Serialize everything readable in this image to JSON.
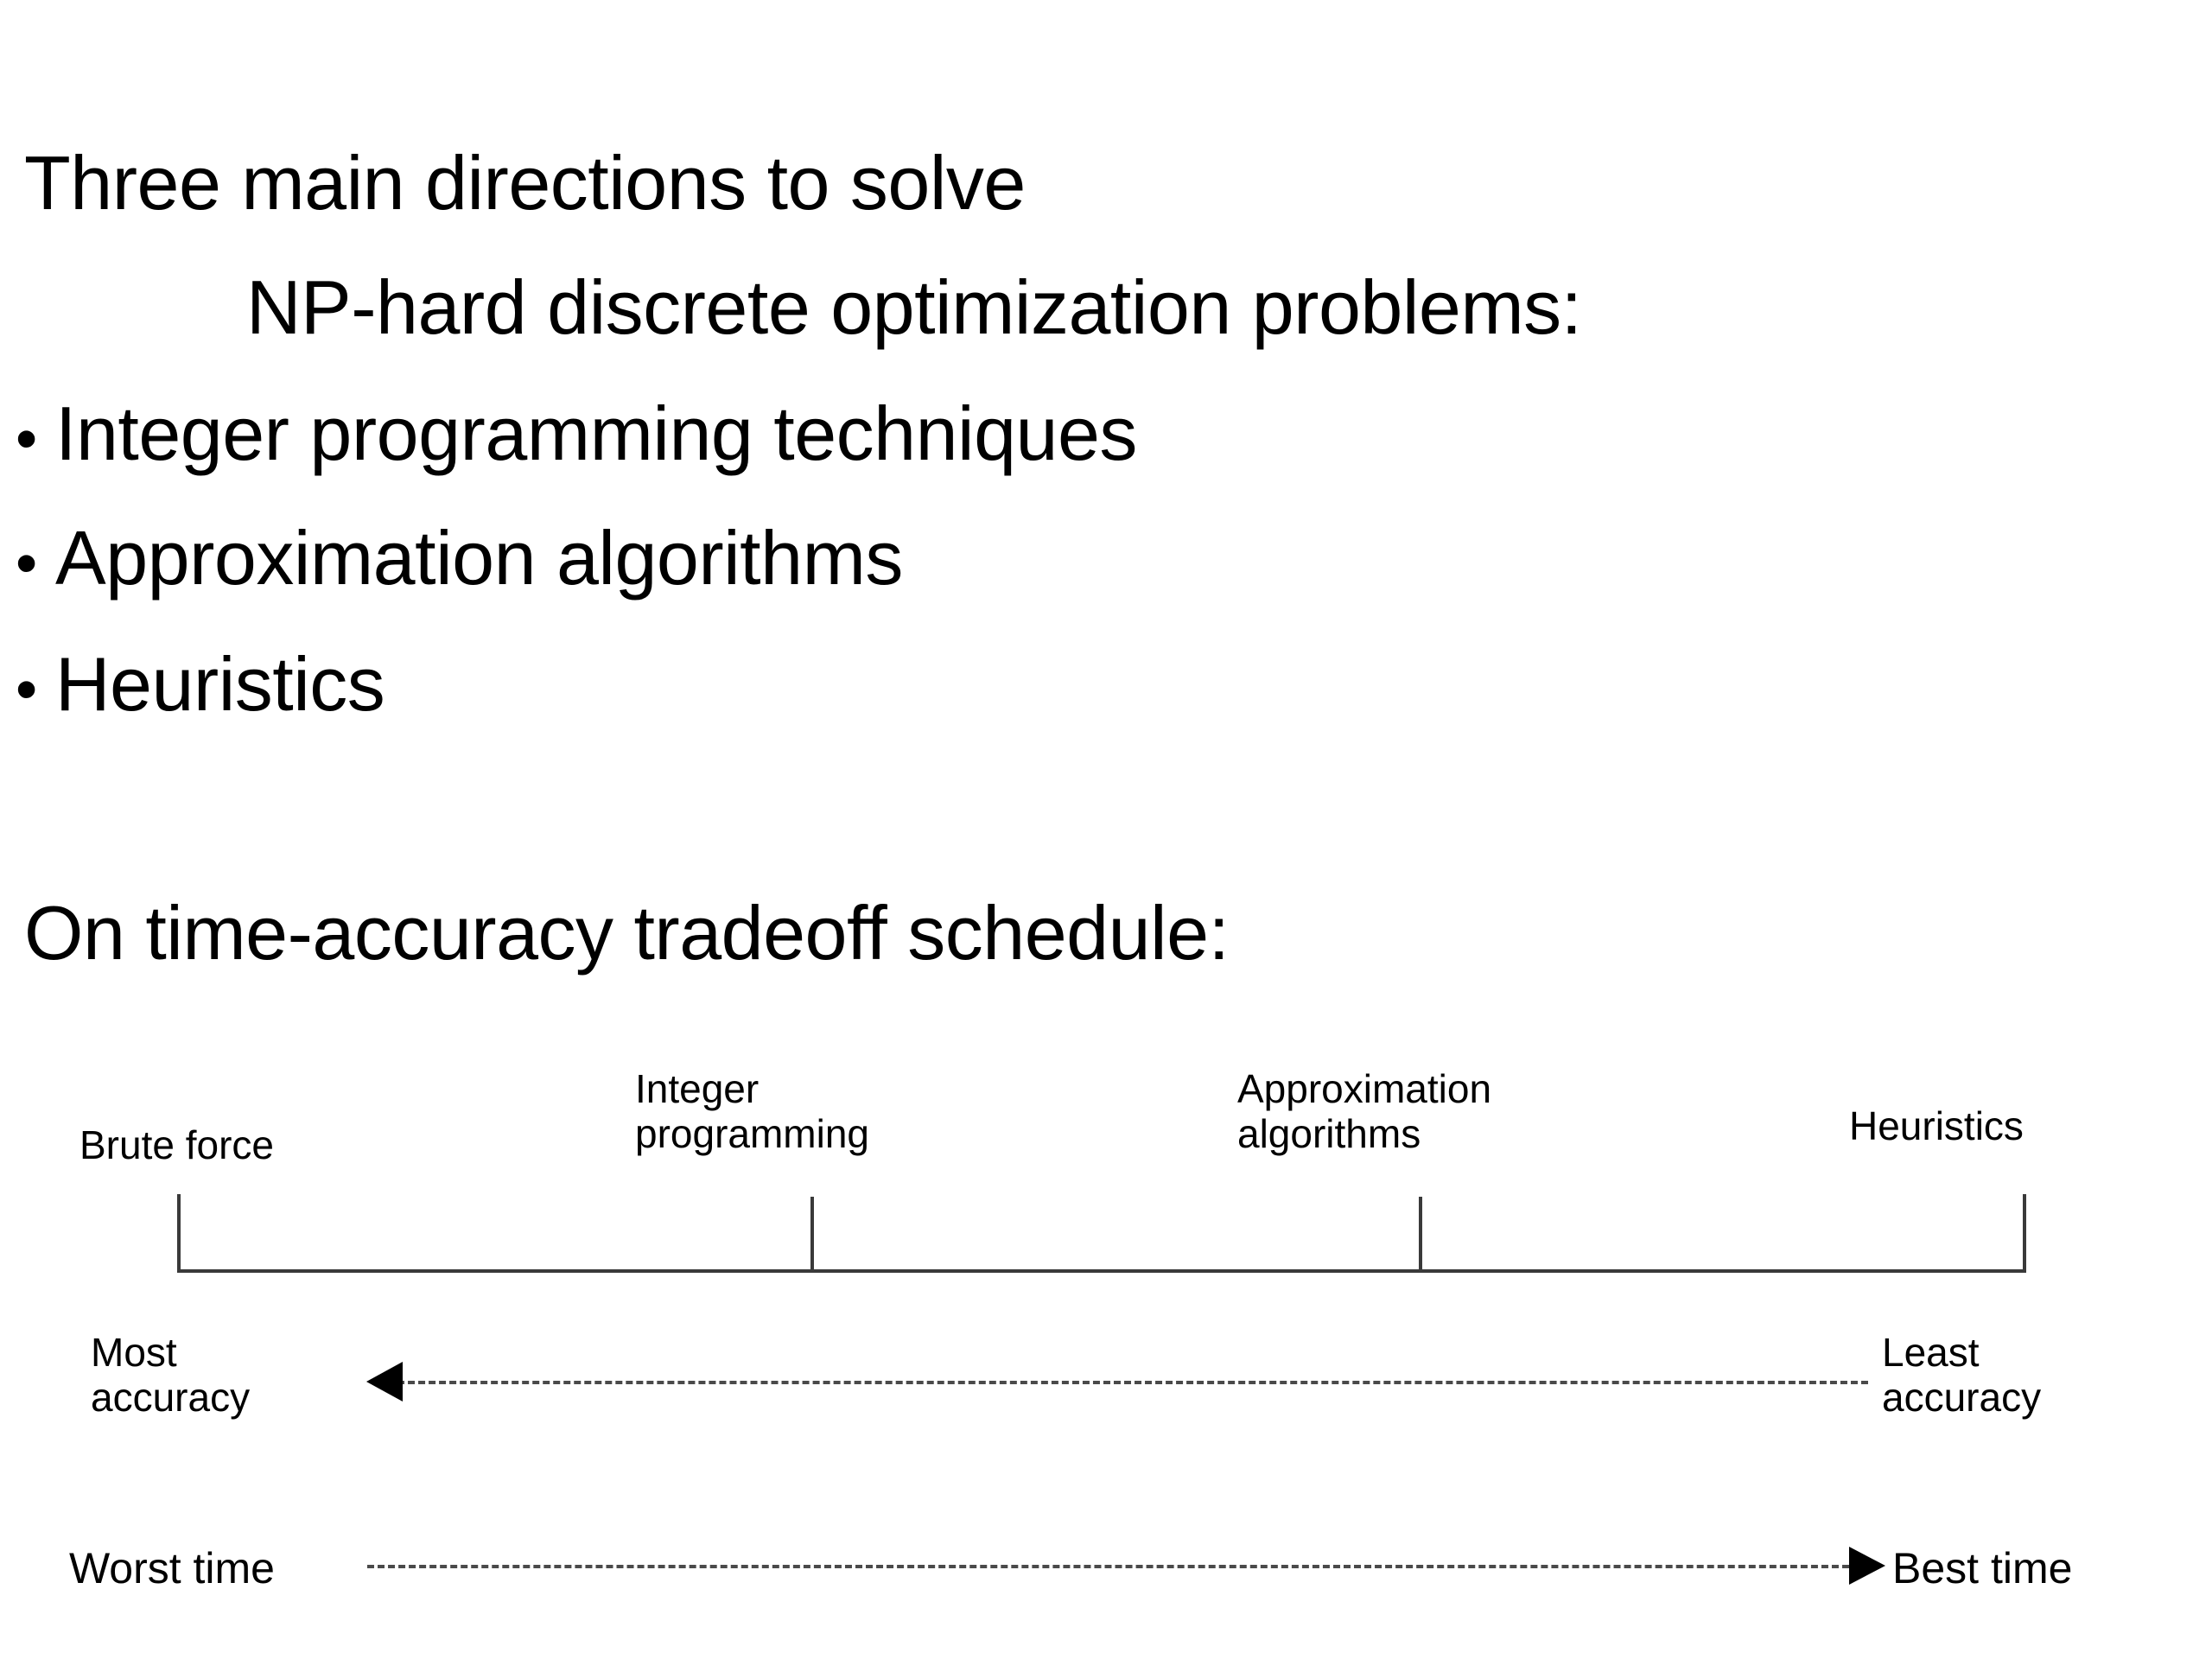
{
  "slide": {
    "heading": {
      "line1": "Three main directions to solve",
      "line2": "NP-hard discrete optimization problems:"
    },
    "bullets": [
      {
        "marker": "•",
        "text": "Integer programming techniques"
      },
      {
        "marker": "•",
        "text": "Approximation algorithms"
      },
      {
        "marker": "•",
        "text": "Heuristics"
      }
    ],
    "tradeoff_heading": "On time-accuracy tradeoff schedule:",
    "diagram": {
      "tick_labels": [
        "Brute force",
        "Integer\nprogramming",
        "Approximation\nalgorithms",
        "Heuristics"
      ],
      "accuracy_axis": {
        "left_label": "Most\naccuracy",
        "right_label": "Least\naccuracy",
        "direction": "left"
      },
      "time_axis": {
        "left_label": "Worst time",
        "right_label": "Best time",
        "direction": "right"
      }
    }
  },
  "colors": {
    "background": "#ffffff",
    "text": "#000000",
    "rule": "#3a3a3a",
    "dash": "#4a4a4a"
  }
}
